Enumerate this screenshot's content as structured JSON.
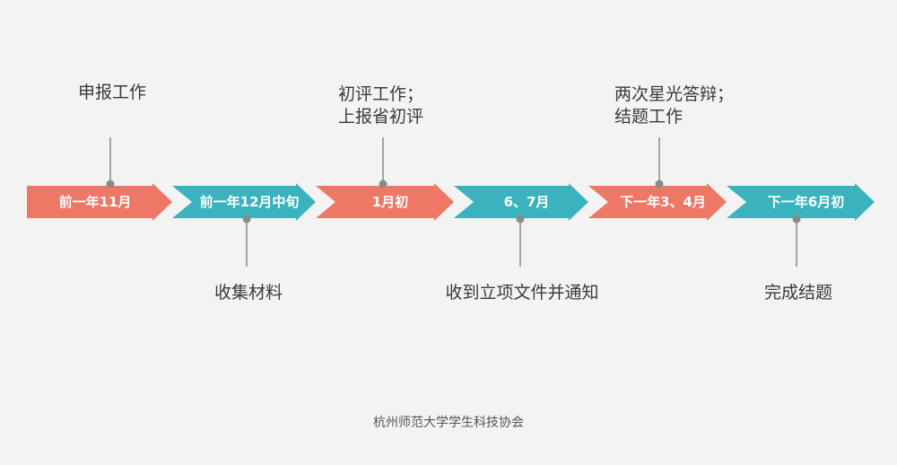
{
  "colors": {
    "coral": "#ef7766",
    "teal": "#3bb3bf",
    "connector": "#8a8a8a",
    "text": "#3a3a3a",
    "background": "#f3f3f3"
  },
  "stages": [
    {
      "label": "前一年11月",
      "color": "coral"
    },
    {
      "label": "前一年12月中旬",
      "color": "teal"
    },
    {
      "label": "1月初",
      "color": "coral"
    },
    {
      "label": "6、7月",
      "color": "teal"
    },
    {
      "label": "下一年3、4月",
      "color": "coral"
    },
    {
      "label": "下一年6月初",
      "color": "teal"
    }
  ],
  "callouts": [
    {
      "stage": 0,
      "side": "top",
      "lines": [
        "申报工作"
      ]
    },
    {
      "stage": 1,
      "side": "bottom",
      "lines": [
        "收集材料"
      ]
    },
    {
      "stage": 2,
      "side": "top",
      "lines": [
        "初评工作；",
        "上报省初评"
      ]
    },
    {
      "stage": 3,
      "side": "bottom",
      "lines": [
        "收到立项文件并通知"
      ]
    },
    {
      "stage": 4,
      "side": "top",
      "lines": [
        "两次星光答辩；",
        "结题工作"
      ]
    },
    {
      "stage": 5,
      "side": "bottom",
      "lines": [
        "完成结题"
      ]
    }
  ],
  "footer": "杭州师范大学学生科技协会"
}
